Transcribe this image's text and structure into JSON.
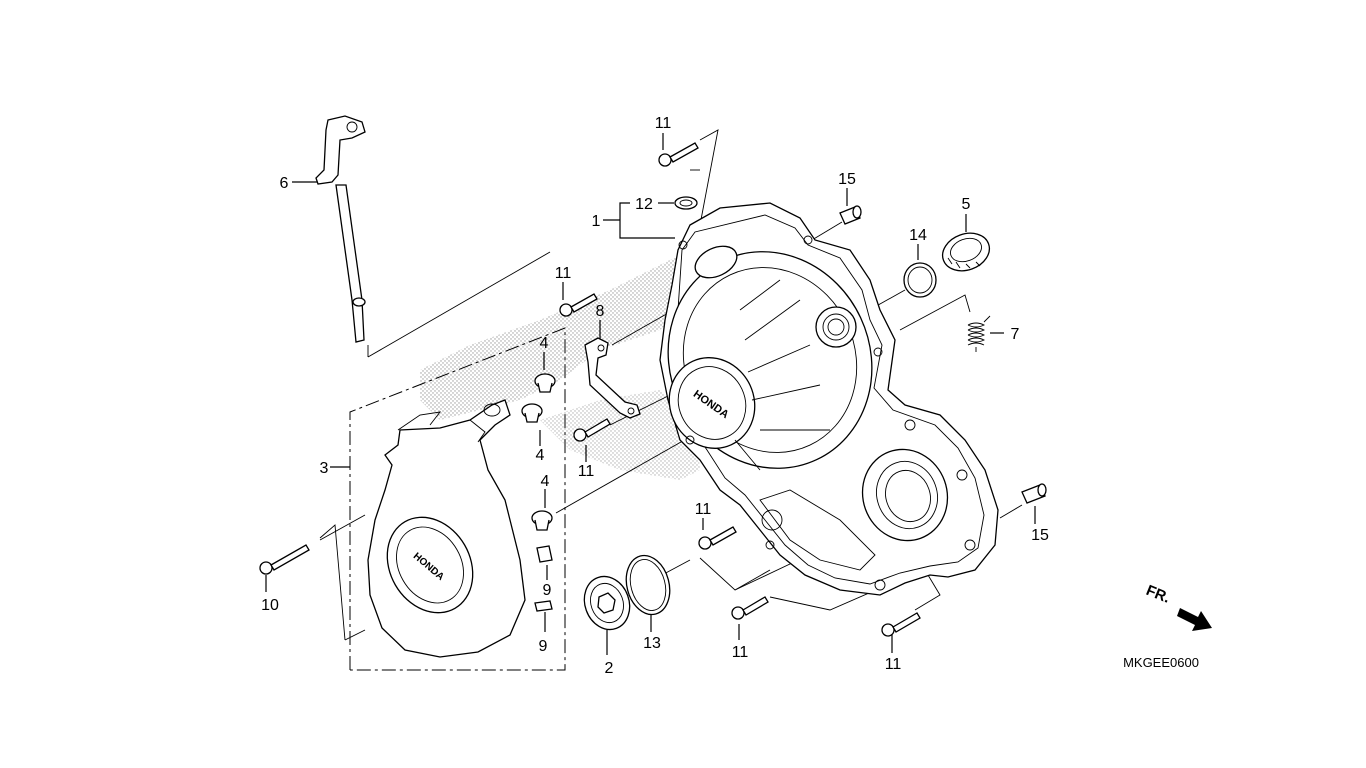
{
  "diagram": {
    "code": "MKGEE0600",
    "direction": "FR.",
    "callouts": [
      {
        "id": "c11a",
        "label": "11"
      },
      {
        "id": "c12",
        "label": "12"
      },
      {
        "id": "c1",
        "label": "1"
      },
      {
        "id": "c15a",
        "label": "15"
      },
      {
        "id": "c5",
        "label": "5"
      },
      {
        "id": "c14",
        "label": "14"
      },
      {
        "id": "c7",
        "label": "7"
      },
      {
        "id": "c6",
        "label": "6"
      },
      {
        "id": "c11b",
        "label": "11"
      },
      {
        "id": "c8",
        "label": "8"
      },
      {
        "id": "c4a",
        "label": "4"
      },
      {
        "id": "c4b",
        "label": "4"
      },
      {
        "id": "c11c",
        "label": "11"
      },
      {
        "id": "c4c",
        "label": "4"
      },
      {
        "id": "c3",
        "label": "3"
      },
      {
        "id": "c11d",
        "label": "11"
      },
      {
        "id": "c15b",
        "label": "15"
      },
      {
        "id": "c10",
        "label": "10"
      },
      {
        "id": "c9a",
        "label": "9"
      },
      {
        "id": "c9b",
        "label": "9"
      },
      {
        "id": "c2",
        "label": "2"
      },
      {
        "id": "c13",
        "label": "13"
      },
      {
        "id": "c11e",
        "label": "11"
      },
      {
        "id": "c11f",
        "label": "11"
      }
    ],
    "parts": [
      {
        "name": "main-crankcase-cover",
        "callout": "1"
      },
      {
        "name": "oil-filler-plug-cover",
        "callout": "2"
      },
      {
        "name": "generator-cover",
        "callout": "3"
      },
      {
        "name": "spacer-collar",
        "callout": "4"
      },
      {
        "name": "oil-filler-cap",
        "callout": "5"
      },
      {
        "name": "clutch-lifter-arm",
        "callout": "6"
      },
      {
        "name": "return-spring",
        "callout": "7"
      },
      {
        "name": "mounting-bracket",
        "callout": "8"
      },
      {
        "name": "rubber-cushion",
        "callout": "9"
      },
      {
        "name": "long-flange-bolt",
        "callout": "10"
      },
      {
        "name": "flange-bolt",
        "callout": "11"
      },
      {
        "name": "oil-seal",
        "callout": "12"
      },
      {
        "name": "o-ring-large",
        "callout": "13"
      },
      {
        "name": "o-ring-small",
        "callout": "14"
      },
      {
        "name": "dowel-pin",
        "callout": "15"
      }
    ]
  }
}
